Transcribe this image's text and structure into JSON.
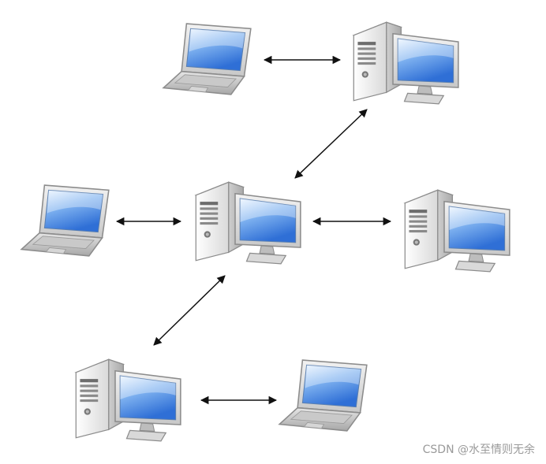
{
  "diagram": {
    "nodes": [
      {
        "id": "laptop-top",
        "kind": "laptop"
      },
      {
        "id": "desktop-top",
        "kind": "desktop"
      },
      {
        "id": "laptop-left",
        "kind": "laptop"
      },
      {
        "id": "desktop-center",
        "kind": "desktop"
      },
      {
        "id": "desktop-right",
        "kind": "desktop"
      },
      {
        "id": "desktop-bottom",
        "kind": "desktop"
      },
      {
        "id": "laptop-bottom",
        "kind": "laptop"
      }
    ],
    "edges": [
      {
        "from": "laptop-top",
        "to": "desktop-top",
        "bidirectional": true
      },
      {
        "from": "desktop-top",
        "to": "desktop-center",
        "bidirectional": true
      },
      {
        "from": "laptop-left",
        "to": "desktop-center",
        "bidirectional": true
      },
      {
        "from": "desktop-center",
        "to": "desktop-right",
        "bidirectional": true
      },
      {
        "from": "desktop-center",
        "to": "desktop-bottom",
        "bidirectional": true
      },
      {
        "from": "desktop-bottom",
        "to": "laptop-bottom",
        "bidirectional": true
      }
    ],
    "colors": {
      "screen_light": "#cfe6ff",
      "screen_dark": "#2f6fd6",
      "case_light": "#f4f4f4",
      "case_shadow": "#bdbdbd",
      "outline": "#8c8c8c",
      "arrow": "#111111"
    }
  },
  "watermark": {
    "text": "CSDN @水至情则无余"
  }
}
